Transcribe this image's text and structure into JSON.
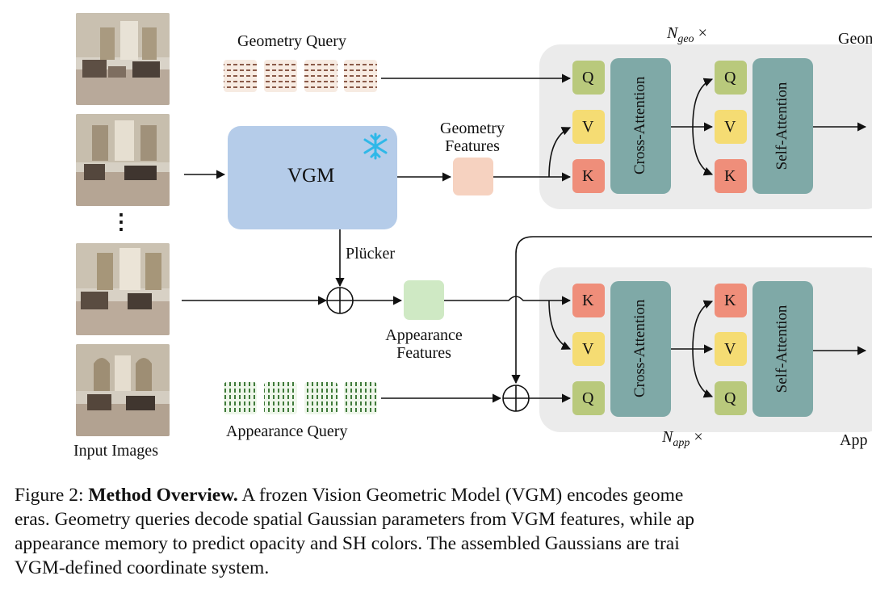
{
  "figure": {
    "input_images_label": "Input Images",
    "ellipsis": "⋮",
    "geometry_query_label": "Geometry Query",
    "appearance_query_label": "Appearance Query",
    "vgm_label": "VGM",
    "snowflake_icon": "snowflake-icon",
    "plucker_label": "Plücker",
    "geometry_features_label": "Geometry\nFeatures",
    "appearance_features_label": "Appearance\nFeatures",
    "n_geo_label": "N",
    "n_geo_sub": "geo",
    "n_app_label": "N",
    "n_app_sub": "app",
    "times": "×",
    "geo_output_label": "Geon",
    "app_output_label": "App",
    "q": "Q",
    "k": "K",
    "v": "V",
    "cross_attention": "Cross-Attention",
    "self_attention": "Self-Attention",
    "colors": {
      "q": "#b9c97c",
      "k": "#ef8e7a",
      "v": "#f5dc73",
      "attn": "#7fa9a7",
      "vgm": "#b5cce9",
      "geo_feat": "#f6d2c0",
      "app_feat": "#cfe9c4",
      "block_bg": "#ebebeb"
    }
  },
  "caption": {
    "prefix": "Figure 2: ",
    "title": "Method Overview.",
    "line1": " A frozen Vision Geometric Model (VGM) encodes geome",
    "line2": "eras. Geometry queries decode spatial Gaussian parameters from VGM features, while ap",
    "line3": "appearance memory to predict opacity and SH colors. The assembled Gaussians are trai",
    "line4": "VGM-defined coordinate system."
  }
}
